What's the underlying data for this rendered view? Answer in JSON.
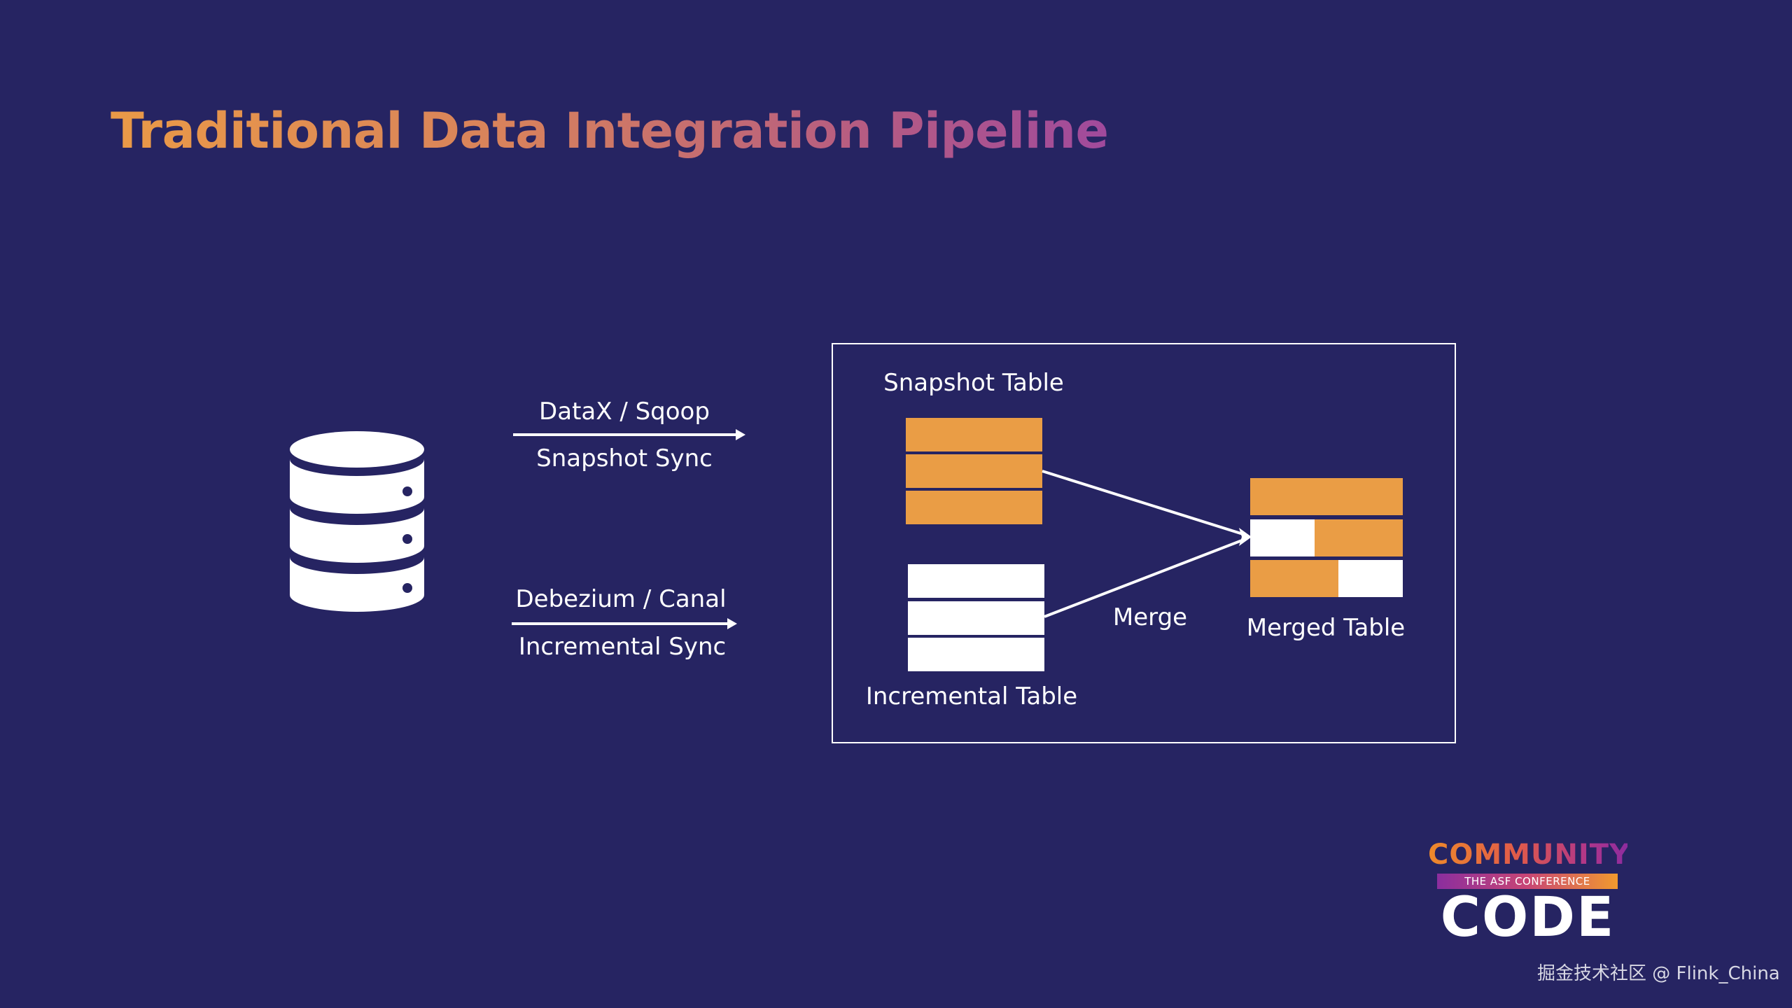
{
  "slide": {
    "title": "Traditional Data Integration Pipeline",
    "background_color": "#262462",
    "accent_orange": "#EA9D45",
    "title_gradient": [
      "#EA9A47",
      "#A04A9C"
    ]
  },
  "source": {
    "icon": "database-icon"
  },
  "flows": [
    {
      "tool": "DataX / Sqoop",
      "mode": "Snapshot Sync"
    },
    {
      "tool": "Debezium / Canal",
      "mode": "Incremental Sync"
    }
  ],
  "merge_diagram": {
    "snapshot_table": {
      "label": "Snapshot Table",
      "rows": [
        [
          {
            "type": "orange",
            "fraction": 1.0
          }
        ],
        [
          {
            "type": "orange",
            "fraction": 1.0
          }
        ],
        [
          {
            "type": "orange",
            "fraction": 1.0
          }
        ]
      ]
    },
    "incremental_table": {
      "label": "Incremental Table",
      "rows": [
        [
          {
            "type": "white",
            "fraction": 1.0
          }
        ],
        [
          {
            "type": "white",
            "fraction": 1.0
          }
        ],
        [
          {
            "type": "white",
            "fraction": 1.0
          }
        ]
      ]
    },
    "merge_label": "Merge",
    "merged_table": {
      "label": "Merged Table",
      "rows": [
        [
          {
            "type": "orange",
            "fraction": 1.0
          }
        ],
        [
          {
            "type": "white",
            "fraction": 0.42
          },
          {
            "type": "orange",
            "fraction": 0.58
          }
        ],
        [
          {
            "type": "orange",
            "fraction": 0.58
          },
          {
            "type": "white",
            "fraction": 0.42
          }
        ]
      ]
    }
  },
  "logo": {
    "line1": "COMMUNITY",
    "line2": "THE ASF CONFERENCE",
    "line3": "CODE"
  },
  "watermark": "掘金技术社区 @ Flink_China"
}
